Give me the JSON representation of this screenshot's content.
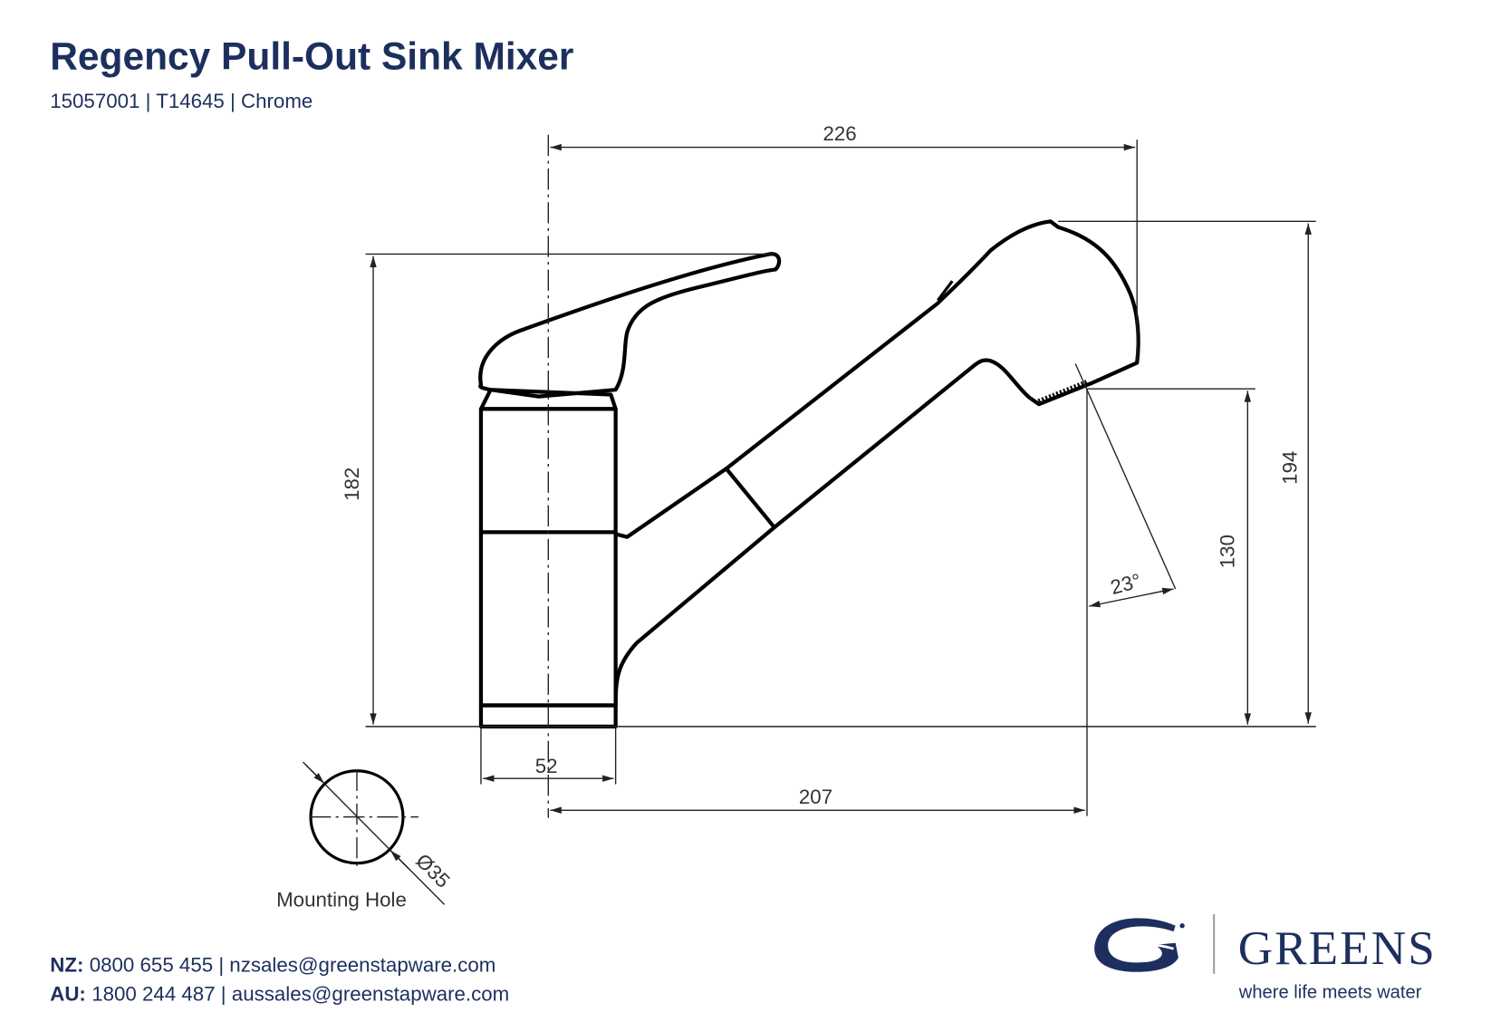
{
  "header": {
    "title": "Regency Pull-Out Sink Mixer",
    "subtitle": "15057001 | T14645 | Chrome"
  },
  "drawing": {
    "dimensions": {
      "overall_width": "226",
      "overall_height": "194",
      "handle_height": "182",
      "outlet_height": "130",
      "base_width": "52",
      "reach": "207",
      "spray_angle": "23°",
      "mounting_hole_diameter": "Ø35"
    },
    "mounting_hole_label": "Mounting Hole"
  },
  "footer": {
    "nz_label": "NZ:",
    "nz_contact": "0800 655 455 | nzsales@greenstapware.com",
    "au_label": "AU:",
    "au_contact": "1800 244 487  | aussales@greenstapware.com"
  },
  "brand": {
    "name": "GREENS",
    "tagline": "where life meets water",
    "color": "#1d2f5e"
  }
}
